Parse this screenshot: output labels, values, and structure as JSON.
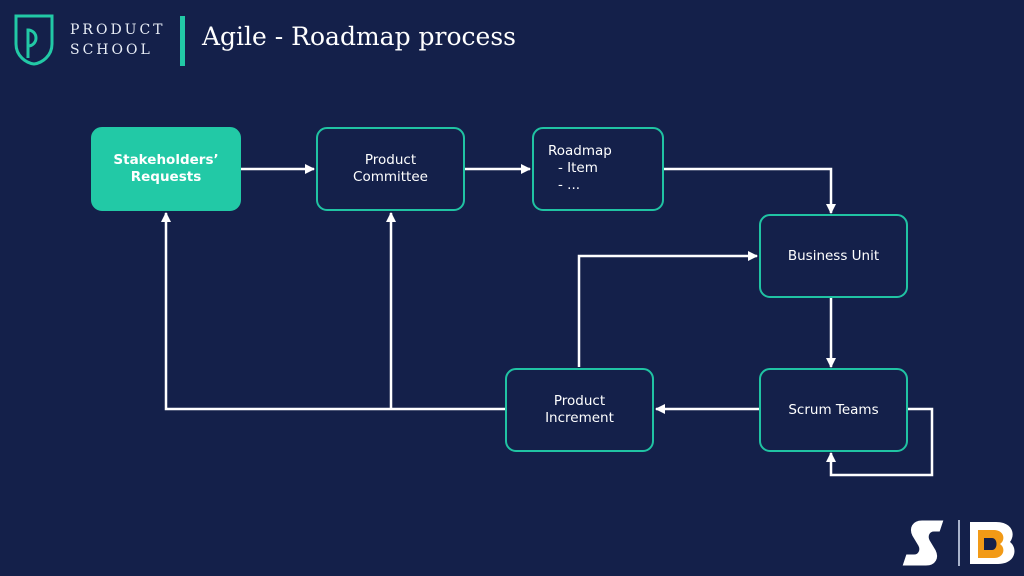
{
  "header": {
    "brand_line1": "PRODUCT",
    "brand_line2": "SCHOOL",
    "title": "Agile - Roadmap process"
  },
  "nodes": {
    "stakeholders": {
      "line1": "Stakeholders’",
      "line2": "Requests"
    },
    "committee": {
      "line1": "Product",
      "line2": "Committee"
    },
    "roadmap": {
      "line1": "Roadmap",
      "line2": "- Item",
      "line3": "- ..."
    },
    "business_unit": {
      "label": "Business Unit"
    },
    "scrum_teams": {
      "label": "Scrum Teams"
    },
    "increment": {
      "line1": "Product",
      "line2": "Increment"
    }
  },
  "colors": {
    "background": "#14204a",
    "accent": "#22c9a6",
    "text": "#ffffff"
  }
}
